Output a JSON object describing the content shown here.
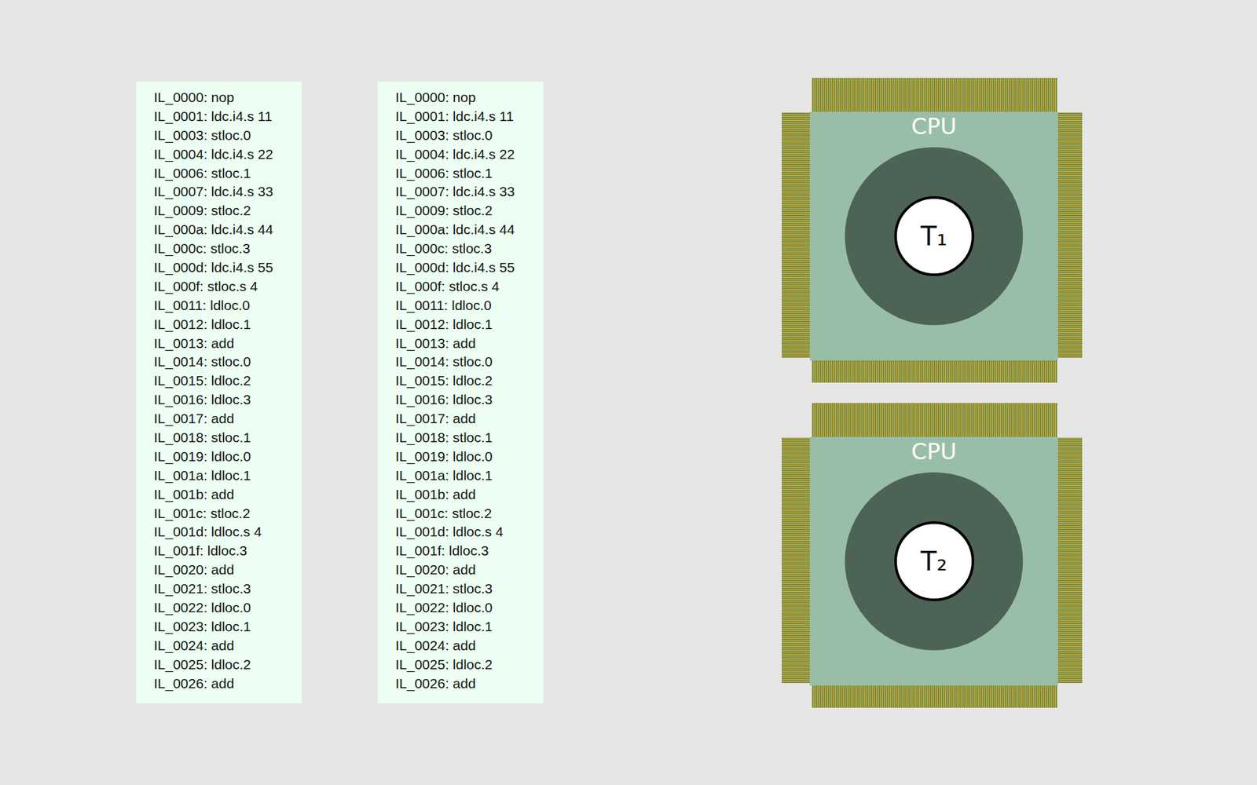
{
  "diagram": {
    "nodes": [
      {
        "text": [
          "IL_0000: nop",
          "IL_0001: ldc.i4.s 11",
          "IL_0003: stloc.0",
          "IL_0004: ldc.i4.s 22",
          "IL_0006: stloc.1",
          "IL_0007: ldc.i4.s 33",
          "IL_0009: stloc.2",
          "IL_000a: ldc.i4.s 44",
          "IL_000c: stloc.3",
          "IL_000d: ldc.i4.s 55",
          "IL_000f: stloc.s 4",
          "IL_0011: ldloc.0",
          "IL_0012: ldloc.1",
          "IL_0013: add",
          "IL_0014: stloc.0",
          "IL_0015: ldloc.2",
          "IL_0016: ldloc.3",
          "IL_0017: add",
          "IL_0018: stloc.1",
          "IL_0019: ldloc.0",
          "IL_001a: ldloc.1",
          "IL_001b: add",
          "IL_001c: stloc.2",
          "IL_001d: ldloc.s 4",
          "IL_001f: ldloc.3",
          "IL_0020: add",
          "IL_0021: stloc.3",
          "IL_0022: ldloc.0",
          "IL_0023: ldloc.1",
          "IL_0024: add",
          "IL_0025: ldloc.2",
          "IL_0026: add"
        ]
      },
      {
        "text": [
          "IL_0000: nop",
          "IL_0001: ldc.i4.s 11",
          "IL_0003: stloc.0",
          "IL_0004: ldc.i4.s 22",
          "IL_0006: stloc.1",
          "IL_0007: ldc.i4.s 33",
          "IL_0009: stloc.2",
          "IL_000a: ldc.i4.s 44",
          "IL_000c: stloc.3",
          "IL_000d: ldc.i4.s 55",
          "IL_000f: stloc.s 4",
          "IL_0011: ldloc.0",
          "IL_0012: ldloc.1",
          "IL_0013: add",
          "IL_0014: stloc.0",
          "IL_0015: ldloc.2",
          "IL_0016: ldloc.3",
          "IL_0017: add",
          "IL_0018: stloc.1",
          "IL_0019: ldloc.0",
          "IL_001a: ldloc.1",
          "IL_001b: add",
          "IL_001c: stloc.2",
          "IL_001d: ldloc.s 4",
          "IL_001f: ldloc.3",
          "IL_0020: add",
          "IL_0021: stloc.3",
          "IL_0022: ldloc.0",
          "IL_0023: ldloc.1",
          "IL_0024: add",
          "IL_0025: ldloc.2",
          "IL_0026: add"
        ]
      },
      {
        "text": [
          "CPU"
        ]
      },
      {
        "text": [
          "T₁"
        ],
        "in": 2
      },
      {
        "text": [
          "CPU"
        ]
      },
      {
        "text": [
          "T₂"
        ],
        "in": 4
      }
    ]
  }
}
